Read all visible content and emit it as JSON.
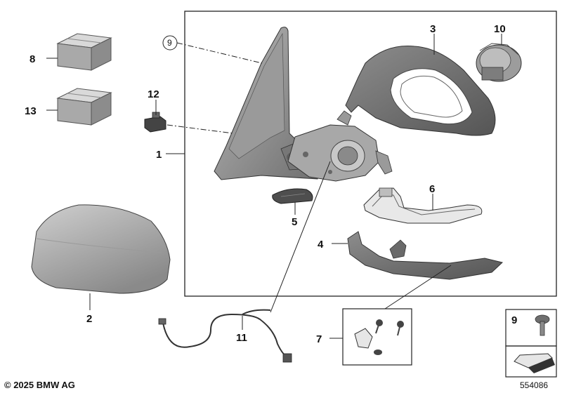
{
  "diagram": {
    "parts": {
      "p1": "1",
      "p2": "2",
      "p3": "3",
      "p4": "4",
      "p5": "5",
      "p6": "6",
      "p7": "7",
      "p8": "8",
      "p9": "9",
      "p10": "10",
      "p11": "11",
      "p12": "12",
      "p13": "13"
    },
    "legend_number": "9",
    "copyright": "© 2025 BMW AG",
    "diagram_id": "554086"
  }
}
